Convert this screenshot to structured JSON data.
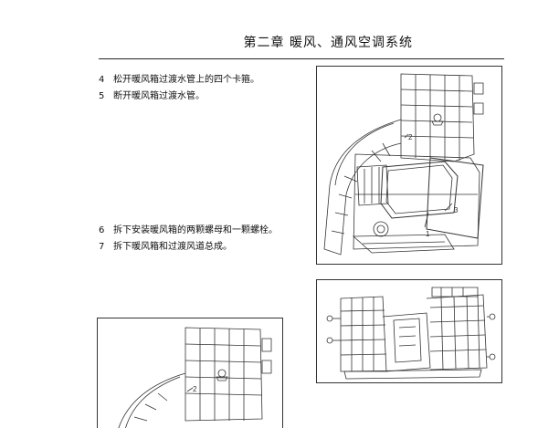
{
  "header": {
    "chapter_title": "第二章  暖风、通风空调系统"
  },
  "steps": [
    {
      "num": "4",
      "text": "松开暖风箱过渡水管上的四个卡箍。"
    },
    {
      "num": "5",
      "text": "断开暖风箱过渡水管。"
    },
    {
      "num": "6",
      "text": "拆下安装暖风箱的两颗螺母和一颗螺栓。"
    },
    {
      "num": "7",
      "text": "拆下暖风箱和过渡风道总成。"
    }
  ],
  "figures": {
    "fig_top_right": {
      "callouts": [
        "1",
        "2",
        "3"
      ]
    },
    "fig_bottom_left": {
      "callouts": [
        "2"
      ]
    }
  }
}
